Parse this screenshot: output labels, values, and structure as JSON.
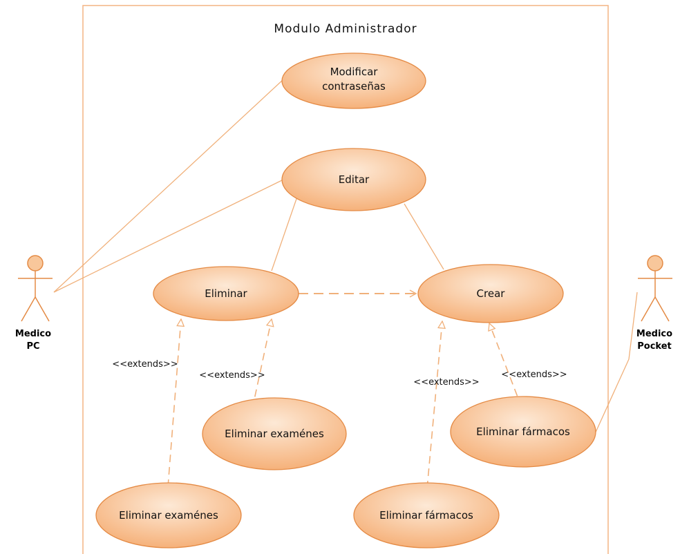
{
  "system": {
    "title": "Modulo Administrador"
  },
  "actors": {
    "medico_pc": {
      "line1": "Medico",
      "line2": "PC"
    },
    "medico_pocket": {
      "line1": "Medico",
      "line2": "Pocket"
    }
  },
  "use_cases": {
    "modificar": {
      "line1": "Modificar",
      "line2": "contraseñas"
    },
    "editar": {
      "label": "Editar"
    },
    "eliminar": {
      "label": "Eliminar"
    },
    "crear": {
      "label": "Crear"
    },
    "eliminar_examenes_1": {
      "label": "Eliminar examénes"
    },
    "eliminar_examenes_2": {
      "label": "Eliminar examénes"
    },
    "eliminar_farmacos_1": {
      "label": "Eliminar fármacos"
    },
    "eliminar_farmacos_2": {
      "label": "Eliminar fármacos"
    }
  },
  "relations": {
    "extends_label": "<<extends>>"
  },
  "colors": {
    "usecase_fill_top": "#fde6cf",
    "usecase_fill_bottom": "#f6b27a",
    "usecase_stroke": "#e48a44",
    "line": "#f0b07a",
    "boundary": "#f4b483"
  }
}
